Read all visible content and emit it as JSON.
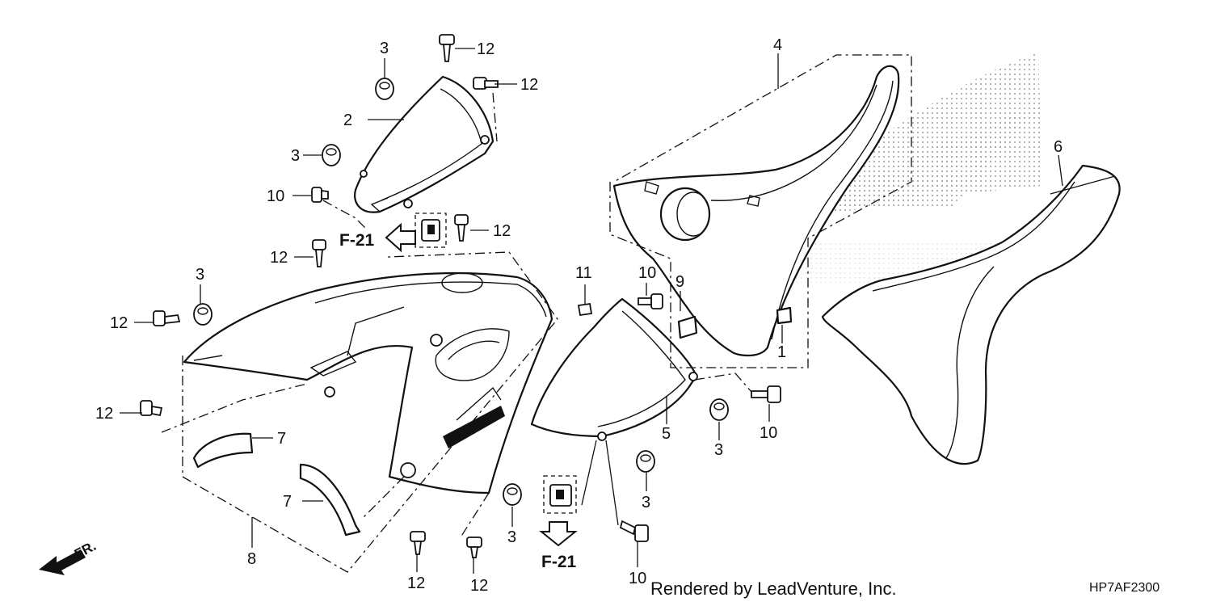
{
  "callouts": {
    "c_3a": "3",
    "c_12a": "12",
    "c_12b": "12",
    "c_2": "2",
    "c_3b": "3",
    "c_10a": "10",
    "c_12c": "12",
    "c_12d": "12",
    "c_3c": "3",
    "c_12e": "12",
    "c_12f": "12",
    "c_7a": "7",
    "c_7b": "7",
    "c_8": "8",
    "c_12g": "12",
    "c_12h": "12",
    "c_11": "11",
    "c_10b": "10",
    "c_9": "9",
    "c_1": "1",
    "c_4": "4",
    "c_6": "6",
    "c_5": "5",
    "c_10c": "10",
    "c_3d": "3",
    "c_3e": "3",
    "c_3f": "3",
    "c_10d": "10"
  },
  "refs": {
    "ref_top": "F-21",
    "ref_bottom": "F-21"
  },
  "direction": {
    "label": "FR."
  },
  "footer": {
    "credit": "Rendered by LeadVenture, Inc.",
    "code": "HP7AF2300"
  }
}
